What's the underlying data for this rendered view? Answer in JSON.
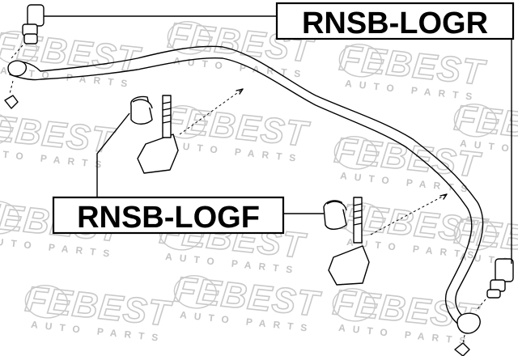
{
  "watermark": {
    "brand": "FEBEST",
    "tagline": "AUTO PARTS",
    "count": 14
  },
  "labels": {
    "rear_bushing": "RNSB-LOGR",
    "front_bushing": "RNSB-LOGF"
  },
  "colors": {
    "watermark": "#c9c9c9",
    "ink": "#000000",
    "background": "#ffffff"
  }
}
